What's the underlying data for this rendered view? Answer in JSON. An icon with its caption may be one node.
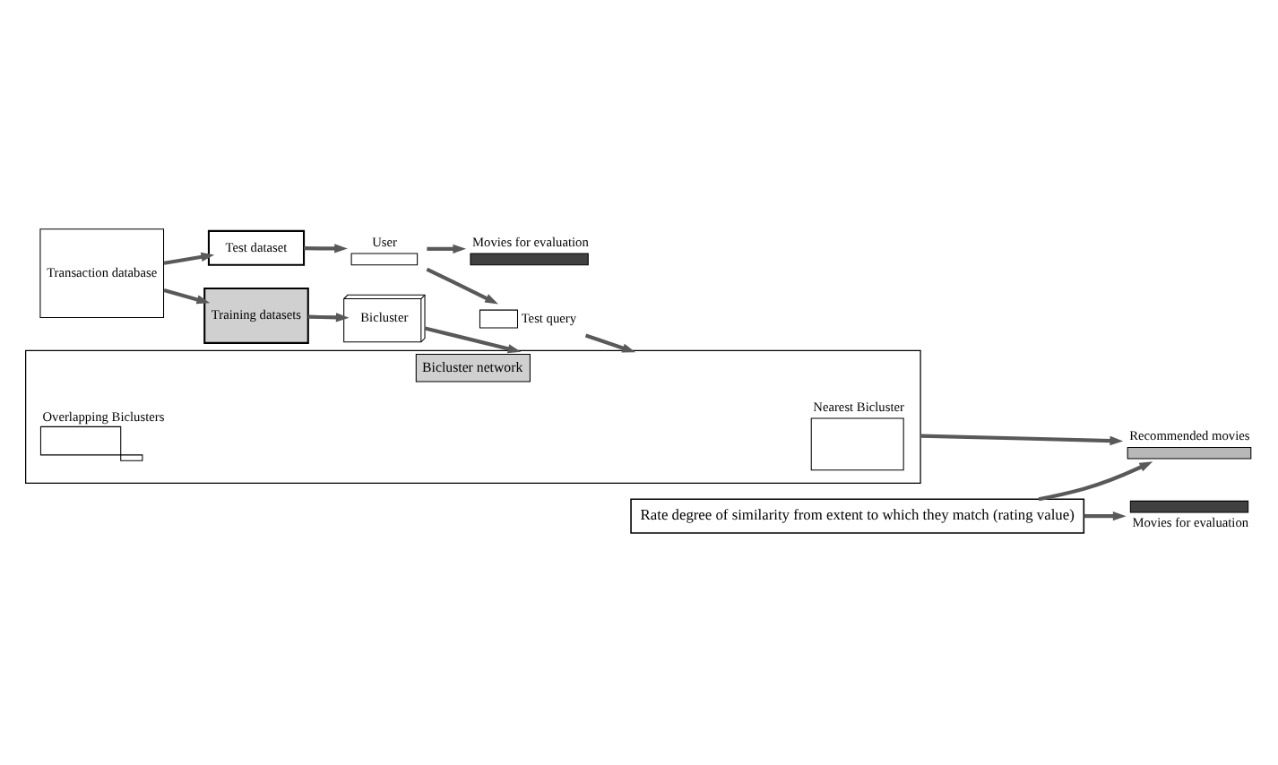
{
  "diagram": {
    "nodes": [
      {
        "text": [
          "Transaction database"
        ]
      },
      {
        "text": [
          "Test dataset"
        ]
      },
      {
        "text": [
          "Training datasets"
        ]
      },
      {
        "text": [
          "User"
        ]
      },
      {
        "text": [
          "Movies for evaluation"
        ]
      },
      {
        "text": [
          "Test query"
        ]
      },
      {
        "text": [
          "Bicluster"
        ]
      },
      {
        "text": [
          "Bicluster network"
        ]
      },
      {
        "text": [
          "Nearest Bicluster"
        ],
        "in": 7
      },
      {
        "text": [
          "Overlapping Biclusters"
        ],
        "in": 7
      },
      {
        "text": [
          "Recommended movies"
        ]
      },
      {
        "text": [
          "Rate degree of similarity from extent to which they match (rating value)"
        ]
      },
      {
        "text": [
          "Movies for evaluation"
        ]
      }
    ],
    "edges": [
      {
        "from": 0,
        "to": 1,
        "arrow": "to"
      },
      {
        "from": 0,
        "to": 2,
        "arrow": "to"
      },
      {
        "from": 1,
        "to": 3,
        "arrow": "to"
      },
      {
        "from": 3,
        "to": 4,
        "arrow": "to"
      },
      {
        "from": 3,
        "to": 5,
        "arrow": "to"
      },
      {
        "from": 2,
        "to": 6,
        "arrow": "to"
      },
      {
        "from": 6,
        "to": 7,
        "arrow": "to"
      },
      {
        "from": 5,
        "to": 7,
        "arrow": "to"
      },
      {
        "from": 7,
        "to": 10,
        "arrow": "to"
      },
      {
        "from": 11,
        "to": 10,
        "arrow": "to"
      },
      {
        "from": 11,
        "to": 12,
        "arrow": "to"
      }
    ]
  }
}
